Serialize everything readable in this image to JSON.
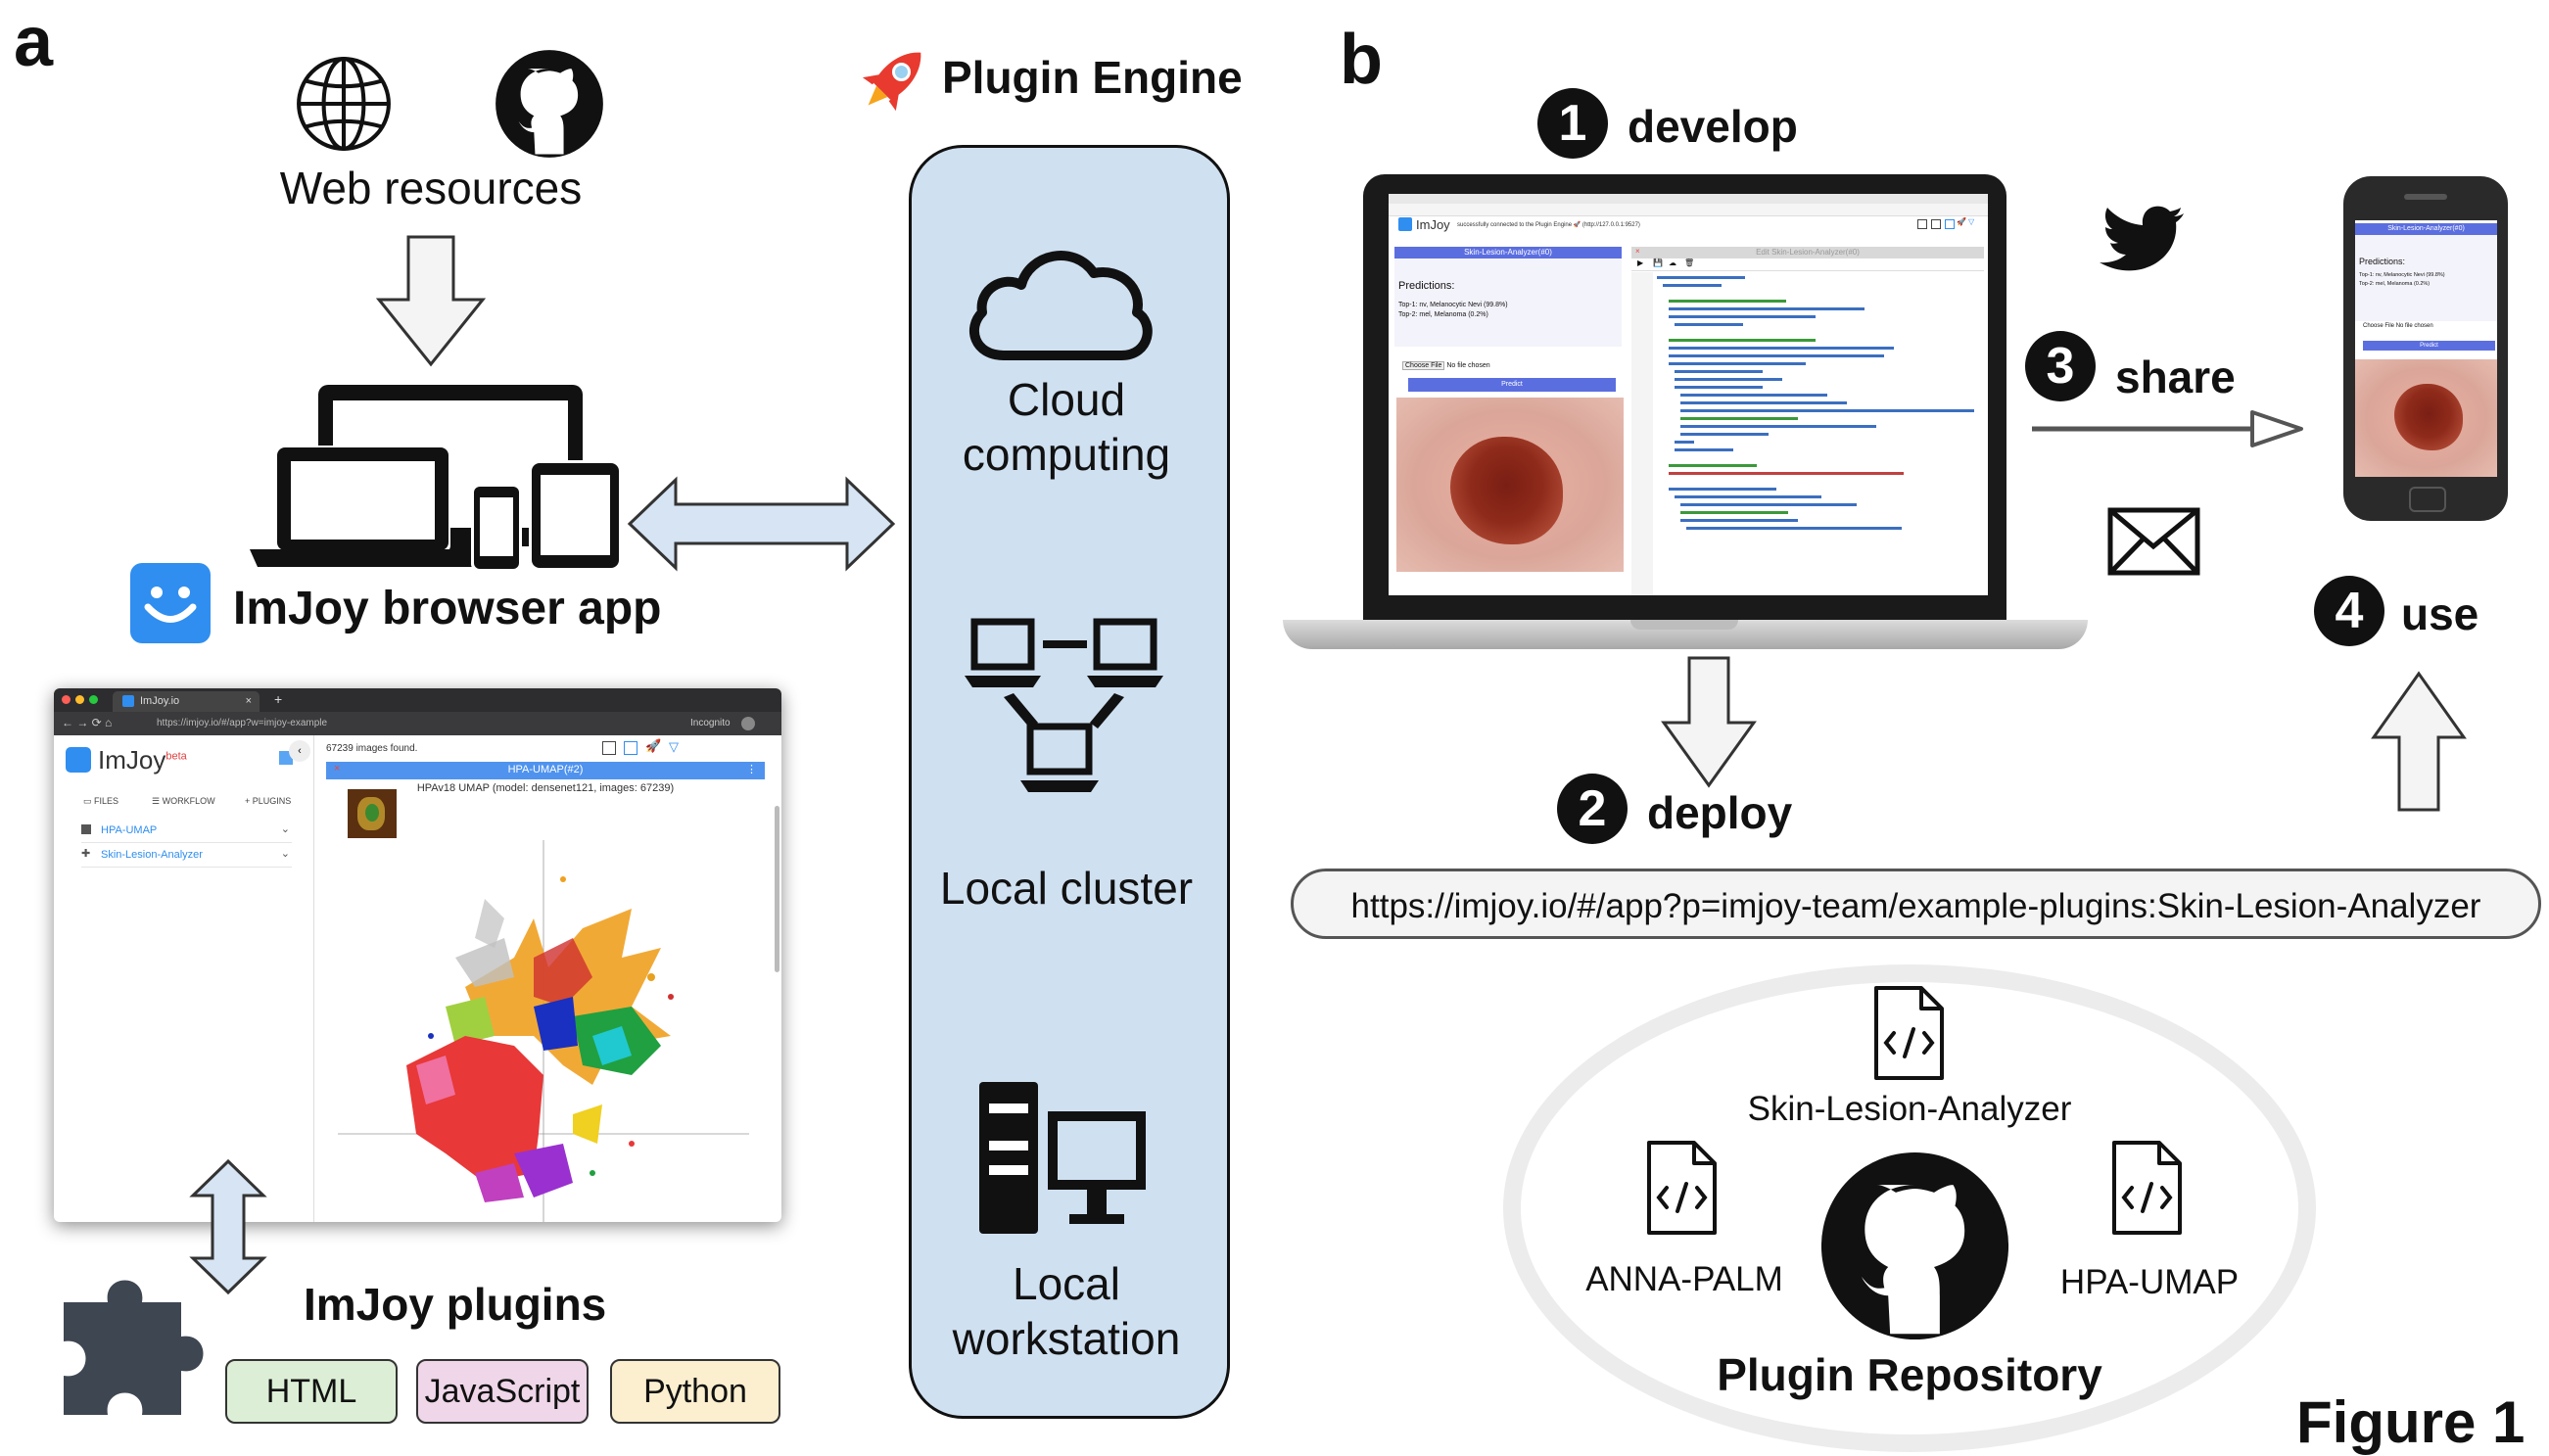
{
  "panels": {
    "a": "a",
    "b": "b"
  },
  "footer": {
    "figure_label": "Figure 1"
  },
  "a": {
    "web_resources": "Web resources",
    "browser_app": "ImJoy browser app",
    "plugins_title": "ImJoy plugins",
    "plugin_types": [
      {
        "label": "HTML",
        "color": "#dcefd6"
      },
      {
        "label": "JavaScript",
        "color": "#efd6e8"
      },
      {
        "label": "Python",
        "color": "#fbefcf"
      }
    ],
    "screenshot": {
      "tab_title": "ImJoy.io",
      "url": "https://imjoy.io/#/app?w=imjoy-example",
      "incognito": "Incognito",
      "logo_text": "ImJoy",
      "logo_sup": "beta",
      "menu": [
        "FILES",
        "WORKFLOW",
        "PLUGINS"
      ],
      "plugins": [
        "HPA-UMAP",
        "Skin-Lesion-Analyzer"
      ],
      "status": "67239 images found.",
      "window_title": "HPA-UMAP(#2)",
      "plot_title": "HPAv18 UMAP (model: densenet121, images: 67239)"
    }
  },
  "engine": {
    "title": "Plugin Engine",
    "items": [
      "Cloud computing",
      "Local cluster",
      "Local workstation"
    ],
    "cloud_lines": [
      "Cloud",
      "computing"
    ],
    "workstation_lines": [
      "Local",
      "workstation"
    ],
    "fill": "#cfe0f1"
  },
  "b": {
    "steps": [
      {
        "num": "1",
        "label": "develop"
      },
      {
        "num": "2",
        "label": "deploy"
      },
      {
        "num": "3",
        "label": "share"
      },
      {
        "num": "4",
        "label": "use"
      }
    ],
    "url": "https://imjoy.io/#/app?p=imjoy-team/example-plugins:Skin-Lesion-Analyzer",
    "repo": {
      "title": "Plugin Repository",
      "plugins": [
        "Skin-Lesion-Analyzer",
        "ANNA-PALM",
        "HPA-UMAP"
      ]
    },
    "laptop": {
      "app_title": "ImJoy",
      "status_msg": "successfully connected to the Plugin Engine 🚀 (http://127.0.0.1:9527)",
      "window_title": "Skin-Lesion-Analyzer(#0)",
      "editor_title": "Edit Skin-Lesion-Analyzer(#0)",
      "predictions_title": "Predictions:",
      "predictions": [
        "Top-1: nv, Melanocytic Nevi (99.8%)",
        "Top-2: mel, Melanoma (0.2%)"
      ],
      "choose_file": "Choose File",
      "no_file": "No file chosen",
      "predict": "Predict"
    },
    "phone": {
      "window_title": "Skin-Lesion-Analyzer(#0)",
      "predictions_title": "Predictions:",
      "predictions": [
        "Top-1: nv, Melanocytic Nevi (99.8%)",
        "Top-2: mel, Melanoma (0.2%)"
      ],
      "choose_file": "Choose File",
      "no_file": "No file chosen",
      "predict": "Predict"
    }
  },
  "colors": {
    "accent_blue": "#3a4fd1",
    "imjoy_blue": "#2f8ef0",
    "arrow_fill": "#d6e4f4",
    "grey_arrow": "#f0f0f0"
  }
}
